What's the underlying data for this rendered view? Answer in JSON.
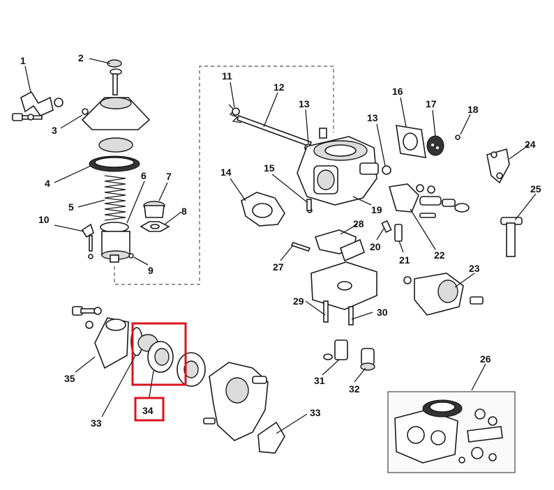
{
  "callouts": {
    "c1": "1",
    "c2": "2",
    "c3": "3",
    "c4": "4",
    "c5": "5",
    "c6": "6",
    "c7": "7",
    "c8": "8",
    "c9": "9",
    "c10": "10",
    "c11": "11",
    "c12": "12",
    "c13a": "13",
    "c13b": "13",
    "c14": "14",
    "c15": "15",
    "c16": "16",
    "c17": "17",
    "c18": "18",
    "c19": "19",
    "c20": "20",
    "c21": "21",
    "c22": "22",
    "c23": "23",
    "c24": "24",
    "c25": "25",
    "c26": "26",
    "c27": "27",
    "c28": "28",
    "c29": "29",
    "c30": "30",
    "c31": "31",
    "c32": "32",
    "c33a": "33",
    "c33b": "33",
    "c34": "34",
    "c35": "35"
  },
  "highlight": {
    "color": "#d9141e",
    "target": "34"
  }
}
